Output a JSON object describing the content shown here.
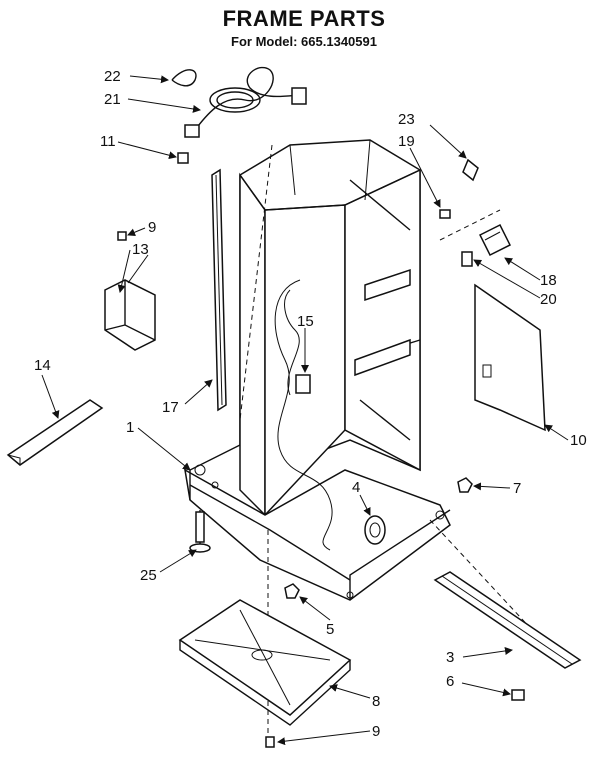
{
  "header": {
    "title": "FRAME PARTS",
    "subtitle": "For Model: 665.1340591"
  },
  "callouts": [
    "22",
    "21",
    "11",
    "9",
    "13",
    "14",
    "17",
    "1",
    "15",
    "23",
    "19",
    "18",
    "20",
    "10",
    "7",
    "4",
    "25",
    "5",
    "3",
    "6",
    "8",
    "9"
  ]
}
